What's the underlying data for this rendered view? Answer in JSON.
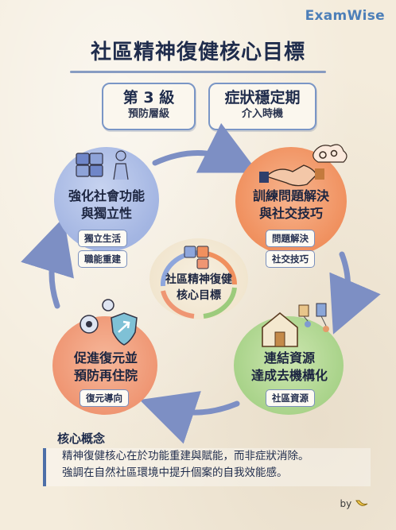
{
  "brand": "ExamWise",
  "title": "社區精神復健核心目標",
  "tags": [
    {
      "main": "第 3 級",
      "sub": "預防層級"
    },
    {
      "main": "症狀穩定期",
      "sub": "介入時機"
    }
  ],
  "nodes": {
    "top_left": {
      "title_1": "強化社會功能",
      "title_2": "與獨立性",
      "pills": [
        "獨立生活",
        "職能重建"
      ],
      "color": "#a3b5e2"
    },
    "top_right": {
      "title_1": "訓練問題解決",
      "title_2": "與社交技巧",
      "pills": [
        "問題解決",
        "社交技巧"
      ],
      "color": "#f0905e"
    },
    "bottom_right": {
      "title_1": "連結資源",
      "title_2": "達成去機構化",
      "pills": [
        "社區資源"
      ],
      "color": "#a9d38a"
    },
    "bottom_left": {
      "title_1": "促進復元並",
      "title_2": "預防再住院",
      "pills": [
        "復元導向"
      ],
      "color": "#ef9673"
    }
  },
  "center": {
    "line_1": "社區精神復健",
    "line_2": "核心目標"
  },
  "core": {
    "heading": "核心概念",
    "line_1": "精神復健核心在於功能重建與賦能，而非症狀消除。",
    "line_2": "強調在自然社區環境中提升個案的自我效能感。"
  },
  "byline": "by",
  "colors": {
    "accent": "#4d7fb8",
    "arrow": "#7d8fc4",
    "title": "#1f2c4c"
  }
}
